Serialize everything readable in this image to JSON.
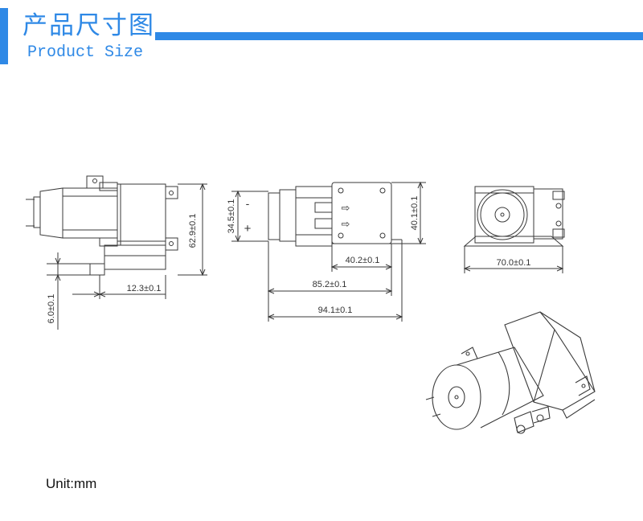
{
  "header": {
    "title_cn": "产品尺寸图",
    "title_en": "Product Size",
    "accent_color": "#2f89e6"
  },
  "views": {
    "side": {
      "height_dim": "62.9±0.1",
      "width_dim": "12.3±0.1",
      "offset_dim": "6.0±0.1"
    },
    "front": {
      "left_height_dim": "34.5±0.1",
      "minus_label": "-",
      "plus_label": "+",
      "arrow_glyph": "⇨",
      "right_height_dim": "40.1±0.1",
      "head_width_dim": "40.2±0.1",
      "body_length_dim": "85.2±0.1",
      "overall_length_dim": "94.1±0.1"
    },
    "end": {
      "width_dim": "70.0±0.1"
    }
  },
  "footer": {
    "unit": "Unit:mm"
  }
}
